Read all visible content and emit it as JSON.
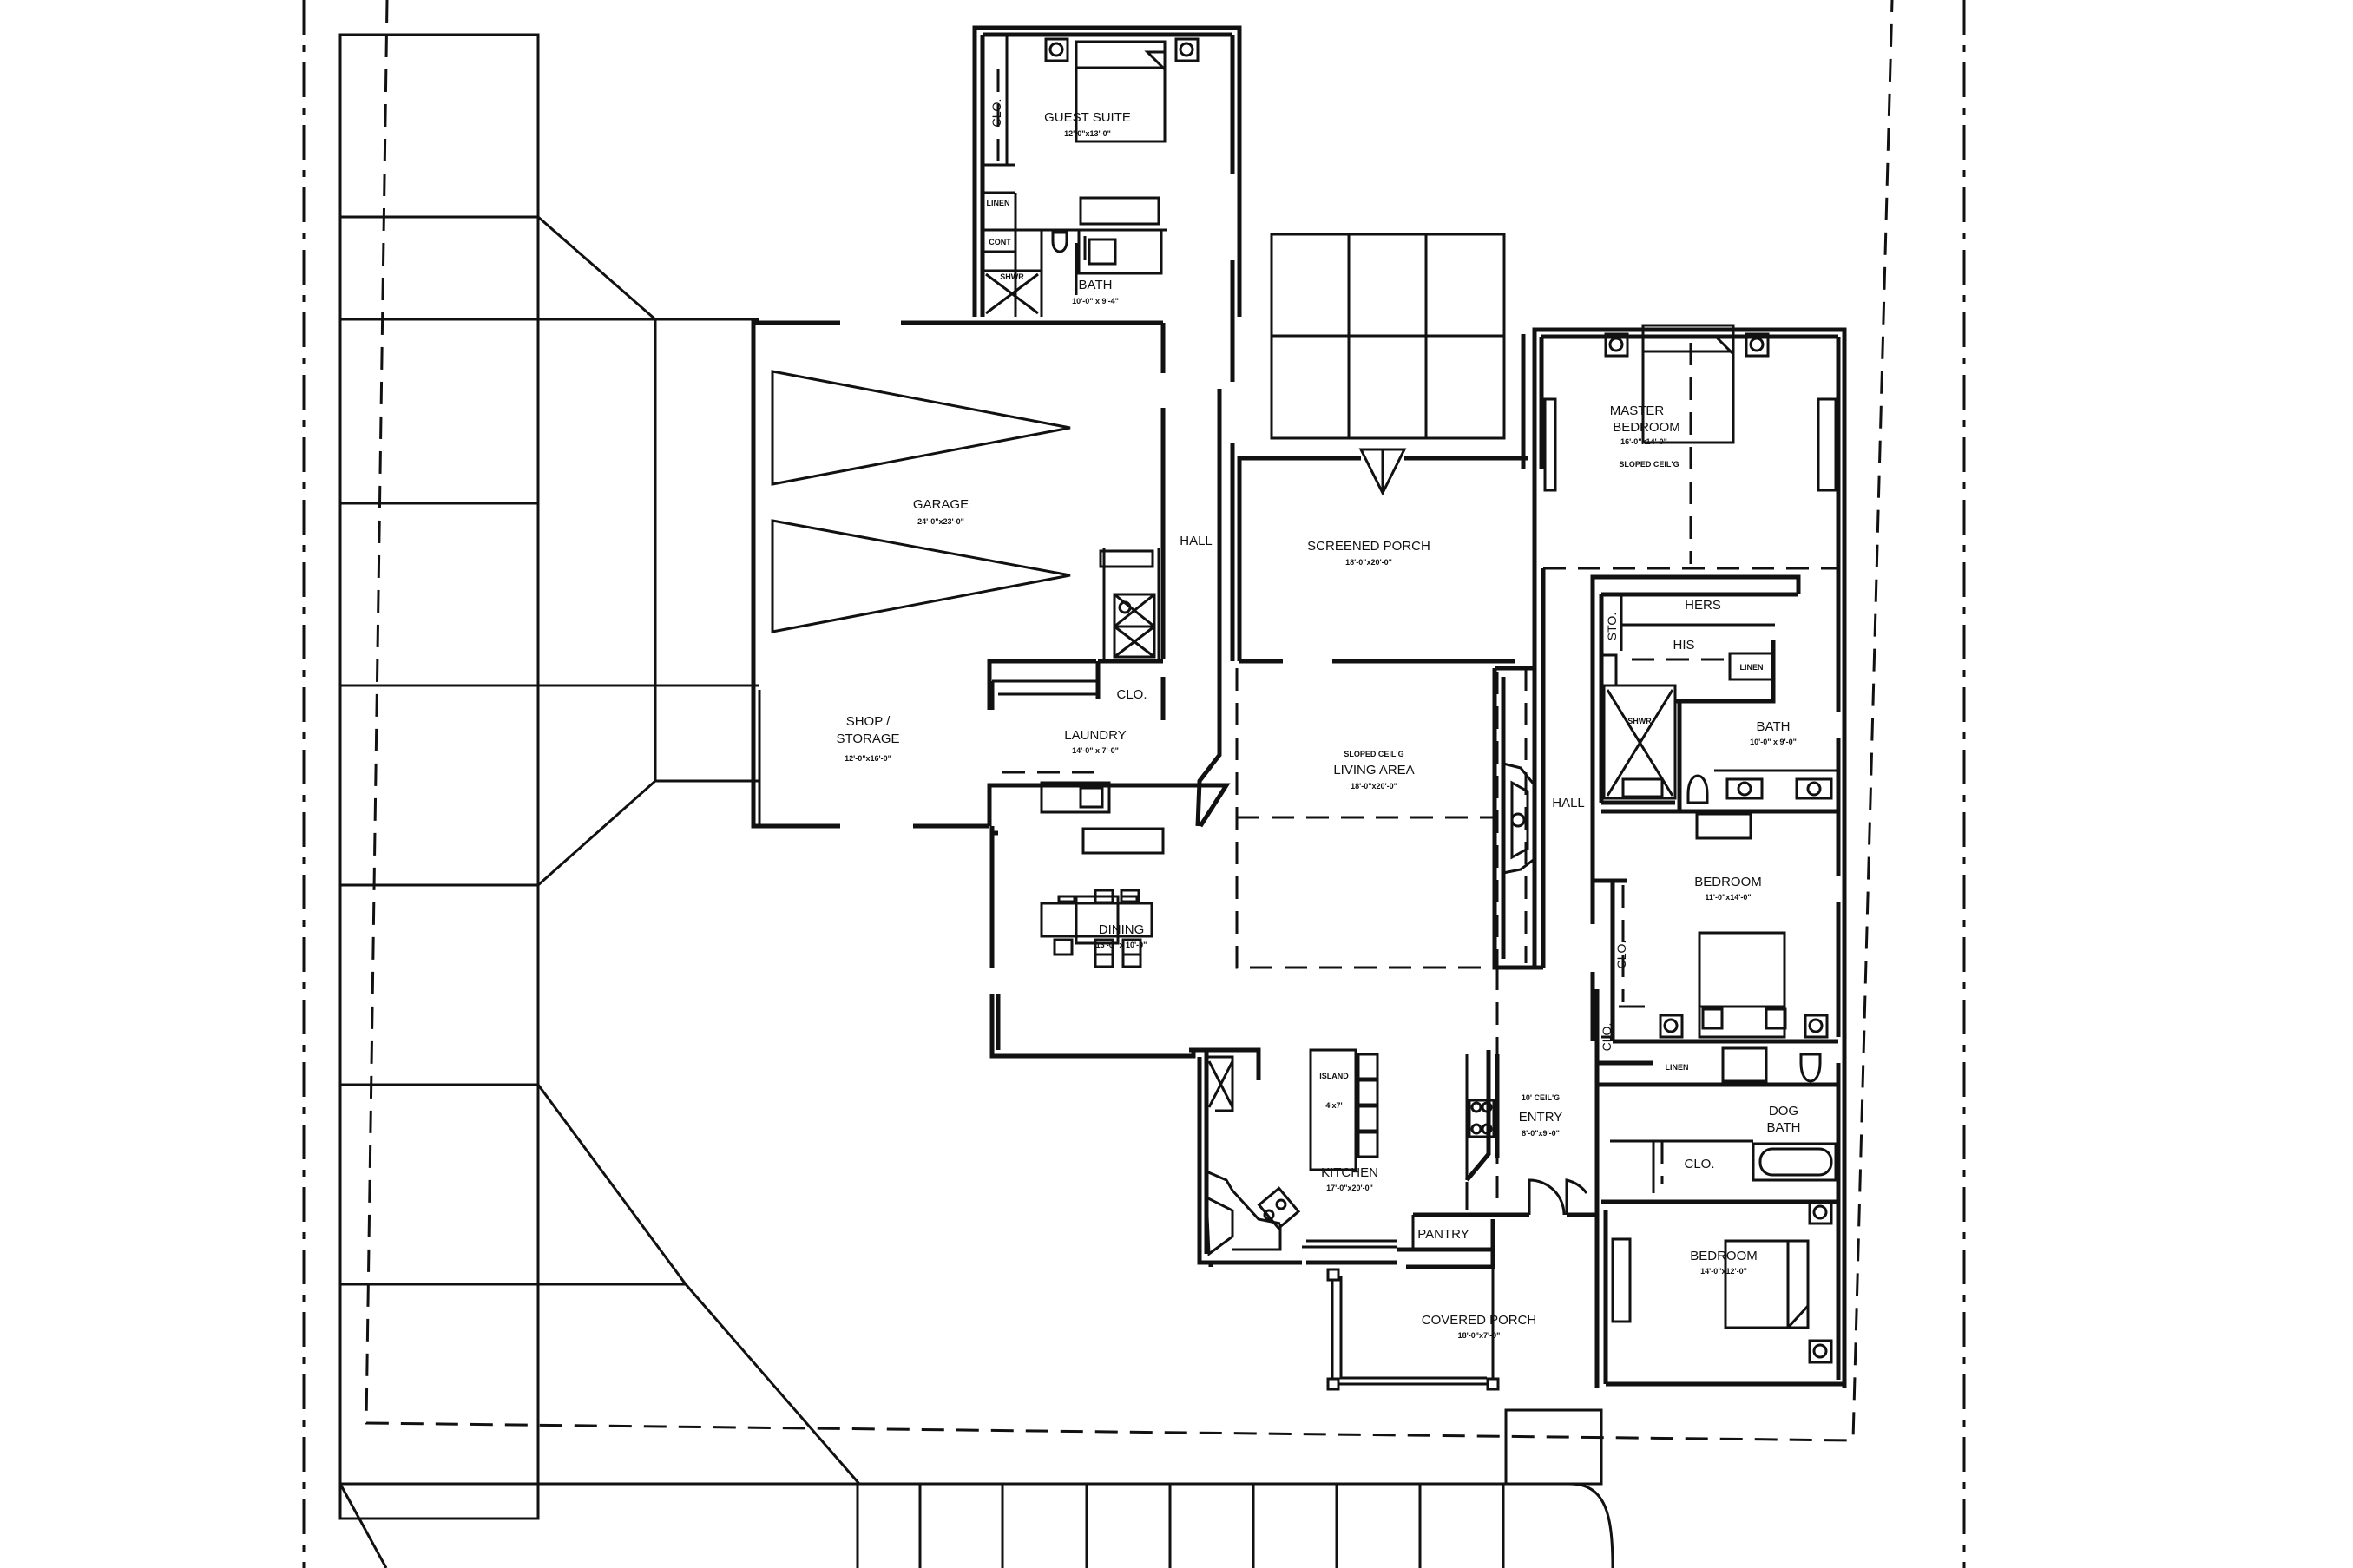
{
  "rooms": {
    "guest_suite": {
      "name": "GUEST SUITE",
      "dim": "12'-0\"x13'-0\""
    },
    "guest_bath": {
      "name": "BATH",
      "dim": "10'-0\" x 9'-4\""
    },
    "guest_clo": {
      "name": "CLO."
    },
    "guest_linen": {
      "name": "LINEN"
    },
    "guest_shower": {
      "name": "SHWR"
    },
    "guest_tub": {
      "name": "CONT"
    },
    "garage": {
      "name": "GARAGE",
      "dim": "24'-0\"x23'-0\""
    },
    "shop": {
      "name_line1": "SHOP /",
      "name_line2": "STORAGE",
      "dim": "12'-0\"x16'-0\""
    },
    "laundry": {
      "name": "LAUNDRY",
      "dim": "14'-0\" x 7'-0\""
    },
    "laundry_clo": {
      "name": "CLO."
    },
    "hall_west": {
      "name": "HALL"
    },
    "screened_porch": {
      "name": "SCREENED PORCH",
      "dim": "18'-0\"x20'-0\""
    },
    "living": {
      "note": "SLOPED CEIL'G",
      "name": "LIVING AREA",
      "dim": "18'-0\"x20'-0\""
    },
    "dining": {
      "name": "DINING",
      "dim": "13'-0\" x 10'-0\""
    },
    "island": {
      "name": "ISLAND",
      "dim": "4'x7'"
    },
    "kitchen": {
      "name": "KITCHEN",
      "dim": "17'-0\"x20'-0\""
    },
    "pantry": {
      "name": "PANTRY"
    },
    "entry": {
      "note": "10' CEIL'G",
      "name": "ENTRY",
      "dim": "8'-0\"x9'-0\""
    },
    "covered_porch": {
      "name": "COVERED PORCH",
      "dim": "18'-0\"x7'-0\""
    },
    "master_bedroom": {
      "name_line1": "MASTER",
      "name_line2": "BEDROOM",
      "dim": "16'-0\"x14'-0\"",
      "note": "SLOPED CEIL'G"
    },
    "hers": {
      "name": "HERS"
    },
    "his": {
      "name": "HIS"
    },
    "sto": {
      "name": "STO."
    },
    "master_linen": {
      "name": "LINEN"
    },
    "master_shower": {
      "name": "SHWR"
    },
    "master_bath": {
      "name": "BATH",
      "dim": "10'-0\" x 9'-0\""
    },
    "hall_east": {
      "name": "HALL"
    },
    "bedroom_2": {
      "name": "BEDROOM",
      "dim": "11'-0\"x14'-0\""
    },
    "bedroom_2_clo": {
      "name": "CLO."
    },
    "hall_clo": {
      "name": "CLO."
    },
    "hall_linen": {
      "name": "LINEN"
    },
    "dog_bath": {
      "name_line1": "DOG",
      "name_line2": "BATH"
    },
    "dog_bath_clo": {
      "name": "CLO."
    },
    "bedroom_3": {
      "name": "BEDROOM",
      "dim": "14'-0\"x12'-0\""
    }
  }
}
